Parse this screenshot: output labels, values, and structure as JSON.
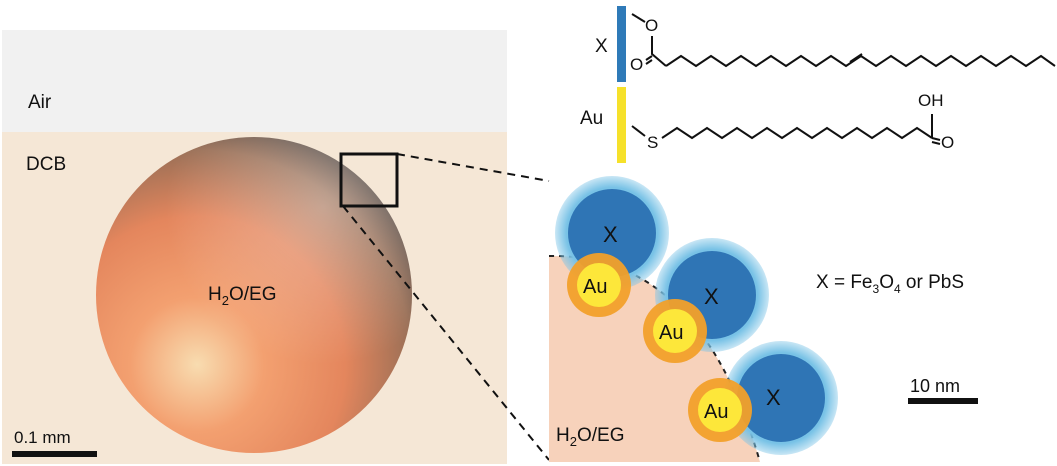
{
  "left_panel": {
    "air_label": "Air",
    "dcb_label": "DCB",
    "droplet_label_main": "H",
    "droplet_label_sub": "2",
    "droplet_label_rest": "O/EG",
    "scale_label": "0.1 mm",
    "colors": {
      "air": "#f1f1f1",
      "dcb": "#f5e7d6"
    }
  },
  "molecules": {
    "x_label": "X",
    "au_label": "Au",
    "oh_label": "OH",
    "o_label": "O",
    "s_label": "S",
    "x_bar_color": "#2f7ab8",
    "au_bar_color": "#f6e12a"
  },
  "particles": {
    "x_label": "X",
    "au_label": "Au",
    "x_core_color": "#2f75b5",
    "x_shell_color": "#78c2e6",
    "au_core_color": "#fde73a",
    "au_shell_color": "#f2a02a"
  },
  "equation": {
    "prefix": "X = Fe",
    "sub1": "3",
    "mid": "O",
    "sub2": "4",
    "suffix": " or PbS"
  },
  "zoom_panel": {
    "label_main": "H",
    "label_sub": "2",
    "label_rest": "O/EG",
    "scale_label": "10 nm",
    "fill_color": "#f7d2bb"
  }
}
